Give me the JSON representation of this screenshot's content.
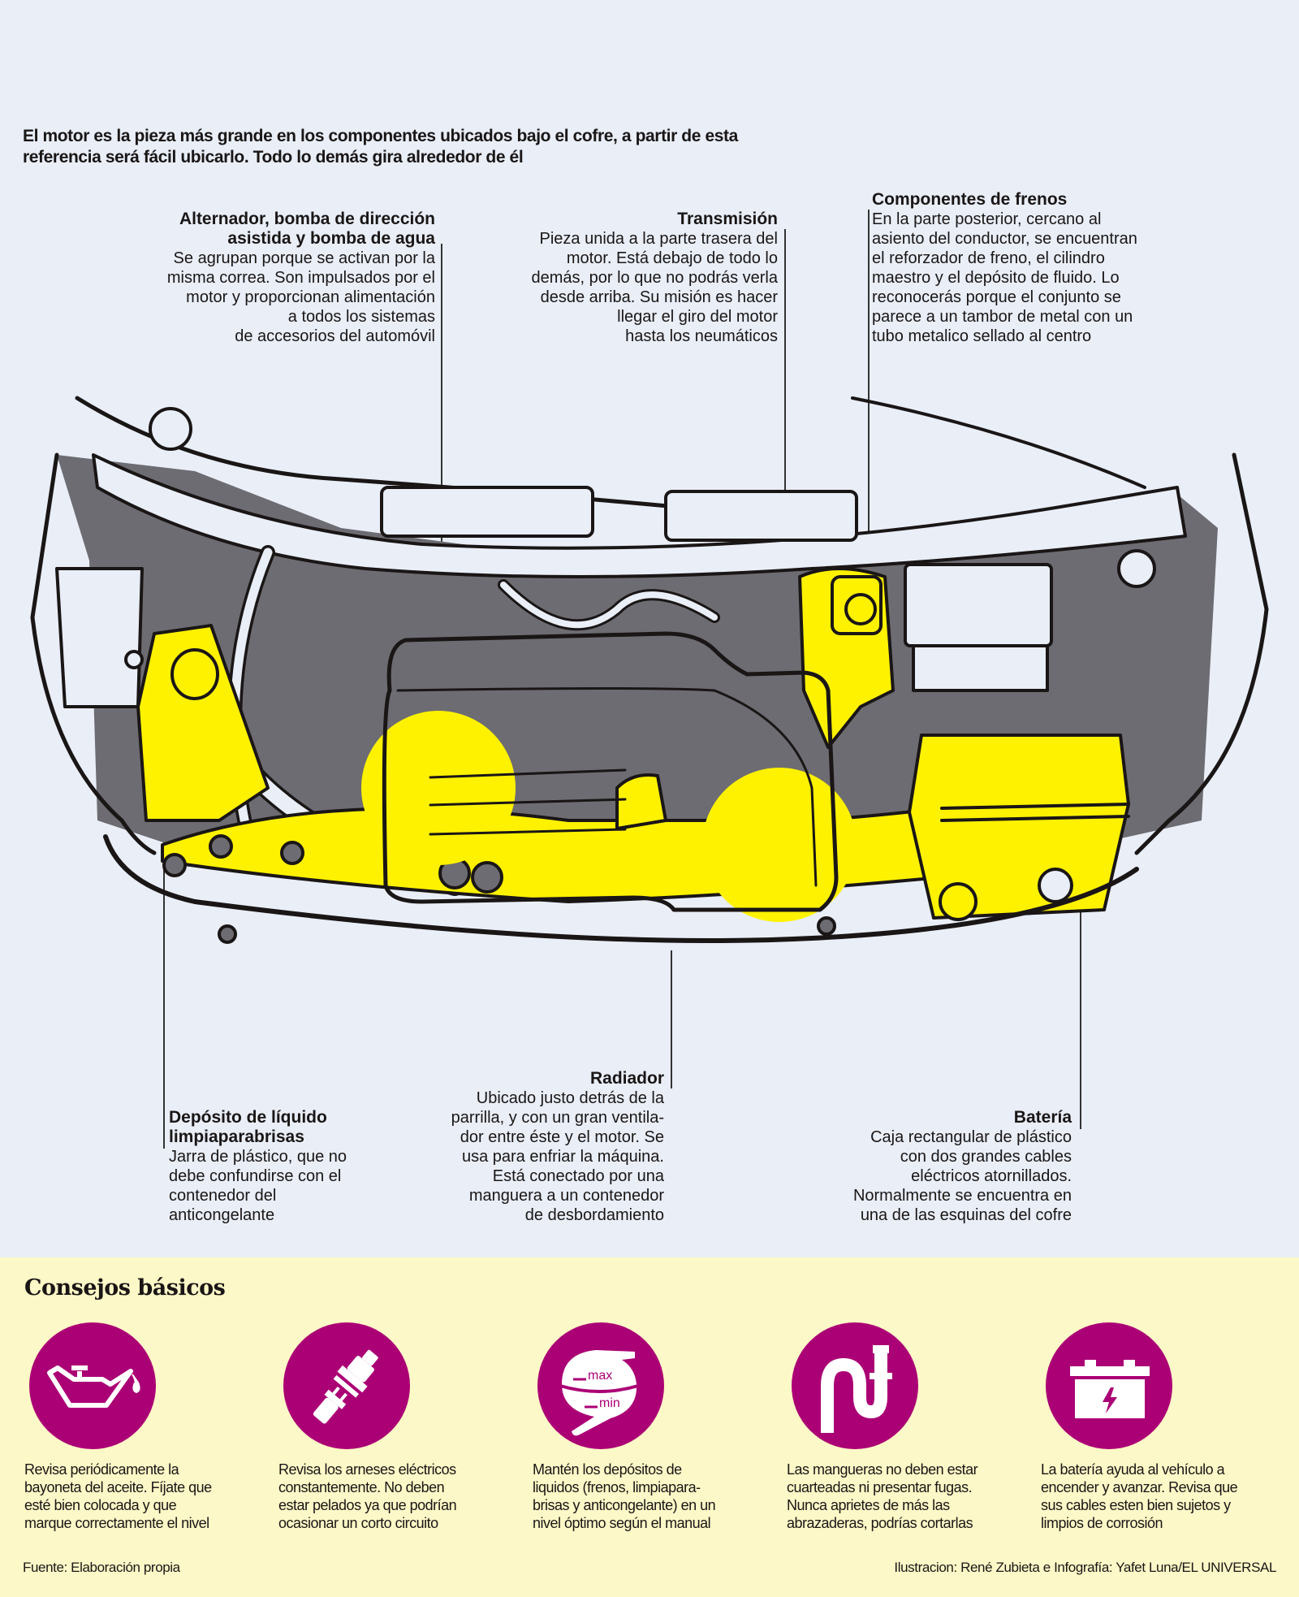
{
  "intro": {
    "line1": "El motor es la pieza más grande en los componentes ubicados bajo el cofre, a partir de esta",
    "line2": "referencia será fácil ubicarlo. Todo lo demás gira alrededor de él"
  },
  "colors": {
    "background": "#e9eef7",
    "highlight": "#fff200",
    "shadow": "#6d6c72",
    "outline": "#1a1616",
    "tips_background": "#fdf8c7",
    "icon_circle": "#ab0075"
  },
  "callouts": {
    "alternador": {
      "title_line1": "Alternador, bomba de dirección",
      "title_line2": "asistida y bomba de agua",
      "lines": [
        "Se agrupan porque se activan por la",
        "misma correa. Son impulsados por el",
        "motor y proporcionan alimentación",
        "a todos los sistemas",
        "de accesorios del automóvil"
      ]
    },
    "transmision": {
      "title": "Transmisión",
      "lines": [
        "Pieza unida a la parte trasera del",
        "motor. Está debajo de todo lo",
        "demás, por lo que no podrás verla",
        "desde arriba. Su misión es hacer",
        "llegar el giro del motor",
        "hasta los neumáticos"
      ]
    },
    "frenos": {
      "title": "Componentes de frenos",
      "lines": [
        "En la parte posterior, cercano al",
        "asiento del conductor, se encuentran",
        "el reforzador de freno, el cilindro",
        "maestro y el depósito de fluido. Lo",
        "reconocerás porque el conjunto se",
        "parece a un tambor de metal con un",
        "tubo metalico sellado al centro"
      ]
    },
    "limpiaparabrisas": {
      "title_line1": "Depósito de líquido",
      "title_line2": "limpiaparabrisas",
      "lines": [
        "Jarra de plástico, que no",
        "debe confundirse con el",
        "contenedor del",
        "anticongelante"
      ]
    },
    "radiador": {
      "title": "Radiador",
      "lines": [
        "Ubicado justo detrás de la",
        "parrilla, y con un gran ventila-",
        "dor entre éste y el motor. Se",
        "usa para enfriar la máquina.",
        "Está conectado por una",
        "manguera a un contenedor",
        "de desbordamiento"
      ]
    },
    "bateria": {
      "title": "Batería",
      "lines": [
        "Caja rectangular de plástico",
        "con dos grandes cables",
        "eléctricos atornillados.",
        "Normalmente se encuentra en",
        "una de las esquinas del cofre"
      ]
    }
  },
  "tips": {
    "title": "Consejos básicos",
    "items": [
      {
        "icon": "oil-can-icon",
        "lines": [
          "Revisa periódicamente la",
          "bayoneta del aceite. Fíjate que",
          "esté bien colocada y que",
          "marque correctamente el nivel"
        ]
      },
      {
        "icon": "electrical-plug-icon",
        "lines": [
          "Revisa los arneses eléctricos",
          "constantemente. No deben",
          "estar pelados ya que podrían",
          "ocasionar un corto circuito"
        ]
      },
      {
        "icon": "fluid-reservoir-icon",
        "max_label": "max",
        "min_label": "min",
        "lines": [
          "Mantén los depósitos de",
          "liquidos (frenos, limpiapara-",
          "brisas y anticongelante) en un",
          "nivel óptimo según el manual"
        ]
      },
      {
        "icon": "hose-icon",
        "lines": [
          "Las mangueras no deben estar",
          "cuarteadas ni presentar fugas.",
          "Nunca aprietes de más las",
          "abrazaderas, podrías cortarlas"
        ]
      },
      {
        "icon": "battery-icon",
        "lines": [
          "La batería ayuda al vehículo a",
          "encender y avanzar. Revisa que",
          "sus cables esten bien sujetos y",
          "limpios de corrosión"
        ]
      }
    ]
  },
  "footer": {
    "source": "Fuente: Elaboración propia",
    "credits": "Ilustracion: René Zubieta e Infografía: Yafet Luna/EL UNIVERSAL"
  }
}
